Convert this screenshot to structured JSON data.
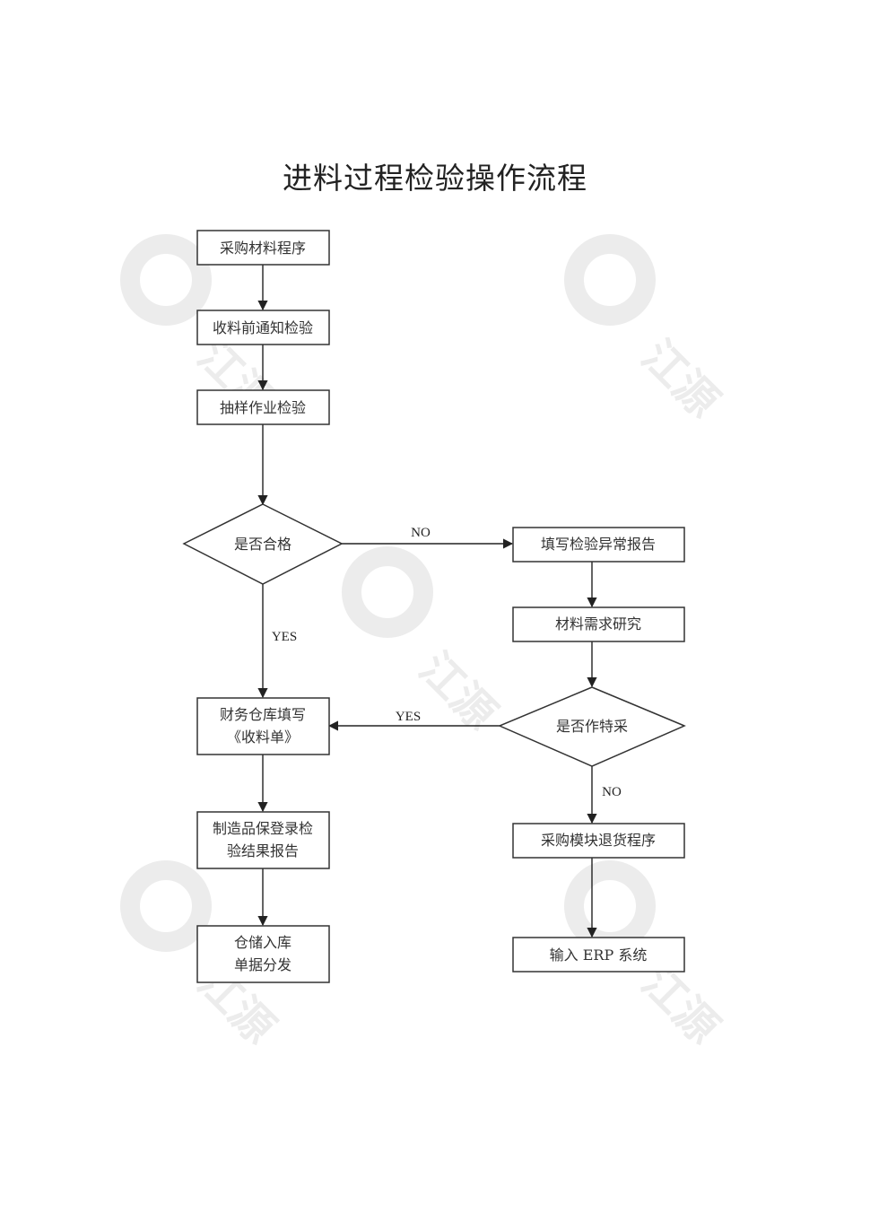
{
  "title": "进料过程检验操作流程",
  "watermark": {
    "text": "江源",
    "icon": "e-logo-icon",
    "color": "#ececec"
  },
  "nodes": {
    "purchase_procedure": [
      "采购材料程序"
    ],
    "pre_receipt_notice": [
      "收料前通知检验"
    ],
    "sampling_inspection": [
      "抽样作业检验"
    ],
    "is_qualified": [
      "是否合格"
    ],
    "abnormal_report": [
      "填写检验异常报告"
    ],
    "material_review": [
      "材料需求研究"
    ],
    "special_purchase": [
      "是否作特采"
    ],
    "finance_warehouse": [
      "财务仓库填写",
      "《收料单》"
    ],
    "qc_record": [
      "制造品保登录检",
      "验结果报告"
    ],
    "warehouse_entry": [
      "仓储入库",
      "单据分发"
    ],
    "return_procedure": [
      "采购模块退货程序"
    ],
    "erp_input": [
      "输入 ERP 系统"
    ]
  },
  "edge_labels": {
    "qualified_no": "NO",
    "qualified_yes": "YES",
    "special_yes": "YES",
    "special_no": "NO"
  }
}
